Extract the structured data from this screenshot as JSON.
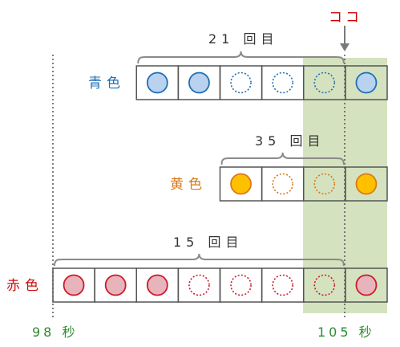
{
  "marker": {
    "text": "ココ",
    "color": "#cc0000"
  },
  "time_axis": {
    "start_label": "98 秒",
    "end_label": "105 秒",
    "color": "#2e8b2e",
    "highlight_color": "#d5e2bf"
  },
  "rows": [
    {
      "label": "青色",
      "count_label": "21 回目",
      "text_color": "#1f6fb5",
      "stroke_color": "#1f6fb5",
      "fill_color": "#b8d2ef",
      "cells": [
        "filled",
        "filled",
        "dotted",
        "dotted",
        "dotted",
        "filled"
      ]
    },
    {
      "label": "黄色",
      "count_label": "35 回目",
      "text_color": "#d9791a",
      "stroke_color": "#d9791a",
      "fill_color": "#ffc000",
      "cells": [
        "filled",
        "dotted",
        "dotted",
        "filled"
      ]
    },
    {
      "label": "赤色",
      "count_label": "15 回目",
      "text_color": "#cc1111",
      "stroke_color": "#cc1a2a",
      "fill_color": "#e8b4bc",
      "cells": [
        "filled",
        "filled",
        "filled",
        "dotted",
        "dotted",
        "dotted",
        "dotted",
        "filled"
      ]
    }
  ]
}
